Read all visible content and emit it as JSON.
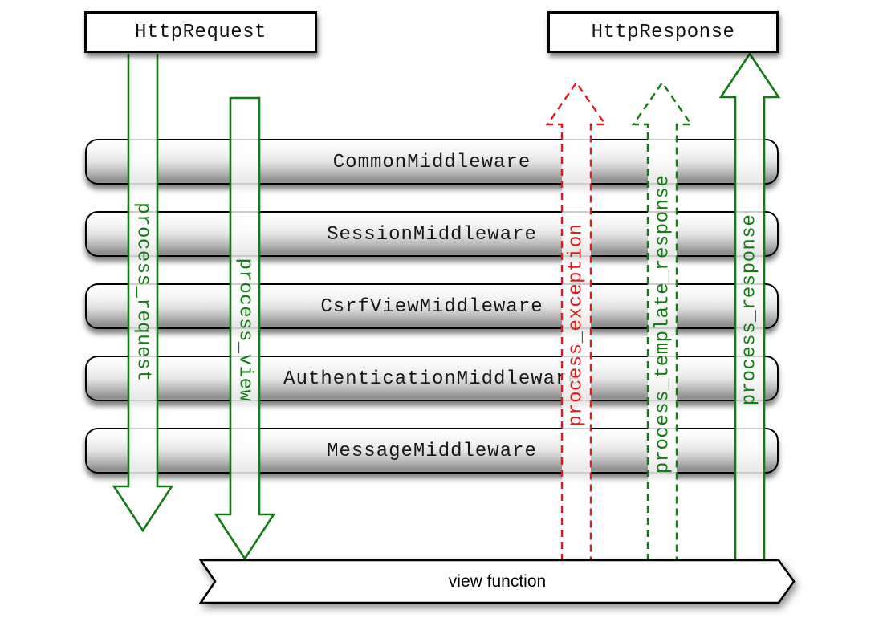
{
  "request_box_label": "HttpRequest",
  "response_box_label": "HttpResponse",
  "middlewares": [
    "CommonMiddleware",
    "SessionMiddleware",
    "CsrfViewMiddleware",
    "AuthenticationMiddleware",
    "MessageMiddleware"
  ],
  "arrows": [
    {
      "label": "process_request",
      "direction": "down",
      "style": "solid",
      "color": "#157a15"
    },
    {
      "label": "process_view",
      "direction": "down",
      "style": "solid",
      "color": "#157a15"
    },
    {
      "label": "process_exception",
      "direction": "up",
      "style": "dashed",
      "color": "#e01b1b"
    },
    {
      "label": "process_template_response",
      "direction": "up",
      "style": "dashed",
      "color": "#157a15"
    },
    {
      "label": "process_response",
      "direction": "up",
      "style": "solid",
      "color": "#157a15"
    }
  ],
  "view_banner_label": "view function",
  "colors": {
    "green": "#157a15",
    "red": "#e01b1b",
    "bar_border": "#000000",
    "background": "#ffffff"
  }
}
